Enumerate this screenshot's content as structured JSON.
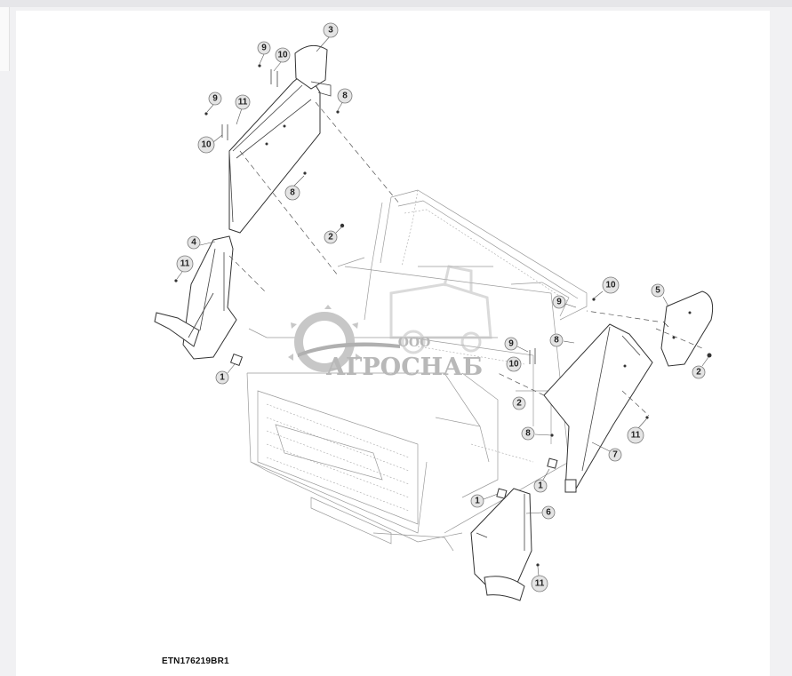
{
  "figure_id": "ETN176219BR1",
  "watermark": {
    "line1": "ООО",
    "line2": "АГРОСНАБ"
  },
  "callouts": {
    "c3": "3",
    "c9a": "9",
    "c10a": "10",
    "c8a": "8",
    "c9b": "9",
    "c11a": "11",
    "c10b": "10",
    "c8b": "8",
    "c2a": "2",
    "c4": "4",
    "c11b": "11",
    "c1a": "1",
    "c10c": "10",
    "c5": "5",
    "c9c": "9",
    "c8c": "8",
    "c9d": "9",
    "c10d": "10",
    "c2b": "2",
    "c2c": "2",
    "c11c": "11",
    "c8d": "8",
    "c7": "7",
    "c1b": "1",
    "c1c": "1",
    "c6": "6",
    "c11d": "11"
  }
}
